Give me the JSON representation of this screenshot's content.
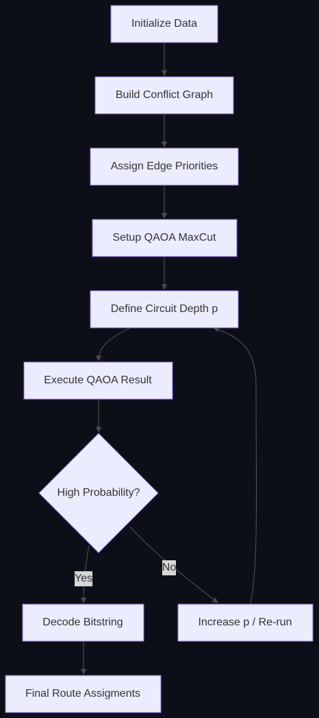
{
  "nodes": {
    "initialize_data": "Initialize Data",
    "build_conflict_graph": "Build Conflict Graph",
    "assign_edge_priorities": "Assign Edge Priorities",
    "setup_qaoa_maxcut": "Setup QAOA MaxCut",
    "define_circuit_depth": "Define Circuit Depth p",
    "execute_qaoa_result": "Execute QAOA Result",
    "high_probability": "High Probability?",
    "decode_bitstring": "Decode Bitstring",
    "increase_p_rerun": "Increase p / Re-run",
    "final_route_assignments": "Final Route Assigments"
  },
  "edge_labels": {
    "yes": "Yes",
    "no": "No"
  },
  "colors": {
    "background": "#0d0f18",
    "node_fill": "#ececff",
    "node_stroke": "#9370db",
    "edge_stroke": "#4a4a4f",
    "label_bg": "#d6d6d6",
    "text": "#333333"
  }
}
